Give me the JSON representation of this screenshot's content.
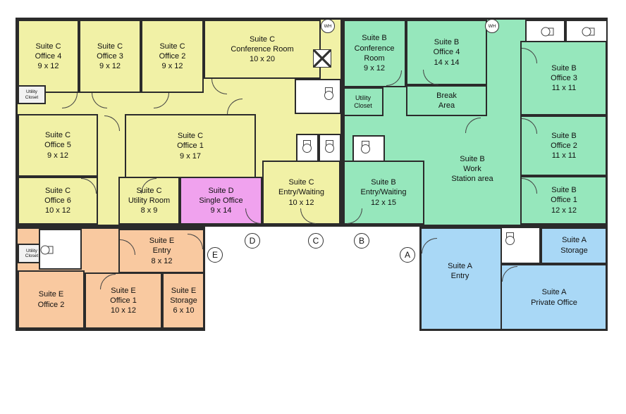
{
  "plan": {
    "type": "floor-plan",
    "colors": {
      "suite_c": "#f1f1a6",
      "suite_b": "#96e7bc",
      "suite_d": "#f0a2ee",
      "suite_e": "#f9c9a0",
      "suite_a": "#a9d8f6",
      "walls": "#2b2b2b"
    },
    "suite_c": {
      "office4": "Suite C\nOffice 4\n9 x 12",
      "office3": "Suite C\nOffice 3\n9 x 12",
      "office2": "Suite C\nOffice 2\n9 x 12",
      "conference": "Suite C\nConference Room\n10 x 20",
      "office5": "Suite C\nOffice 5\n9 x 12",
      "office1": "Suite C\nOffice 1\n9 x 17",
      "office6": "Suite C\nOffice 6\n10 x 12",
      "utility_room": "Suite C\nUtility Room\n8 x 9",
      "entry": "Suite C\nEntry/Waiting\n10 x 12",
      "utility_closet": "Utility\nCloset"
    },
    "suite_b": {
      "conference": "Suite B\nConference\nRoom\n9 x 12",
      "office4": "Suite B\nOffice 4\n14 x 14",
      "office3": "Suite B\nOffice 3\n11 x 11",
      "office2": "Suite B\nOffice 2\n11 x 11",
      "office1": "Suite B\nOffice 1\n12 x 12",
      "break_area": "Break\nArea",
      "workstation": "Suite B\nWork\nStation area",
      "entry": "Suite B\nEntry/Waiting\n12 x 15",
      "utility_closet": "Utility\nCloset"
    },
    "suite_d": {
      "single_office": "Suite D\nSingle Office\n9 x 14"
    },
    "suite_e": {
      "entry": "Suite E\nEntry\n8 x 12",
      "office2": "Suite E\nOffice 2",
      "office1": "Suite E\nOffice 1\n10 x 12",
      "storage": "Suite E\nStorage\n6 x 10",
      "utility_closet": "Utility\nCloset"
    },
    "suite_a": {
      "entry": "Suite A\nEntry",
      "storage": "Suite A\nStorage",
      "private_office": "Suite A\nPrivate Office"
    },
    "markers": {
      "a": "A",
      "b": "B",
      "c": "C",
      "d": "D",
      "e": "E"
    },
    "labels": {
      "water_heater": "WH"
    }
  }
}
